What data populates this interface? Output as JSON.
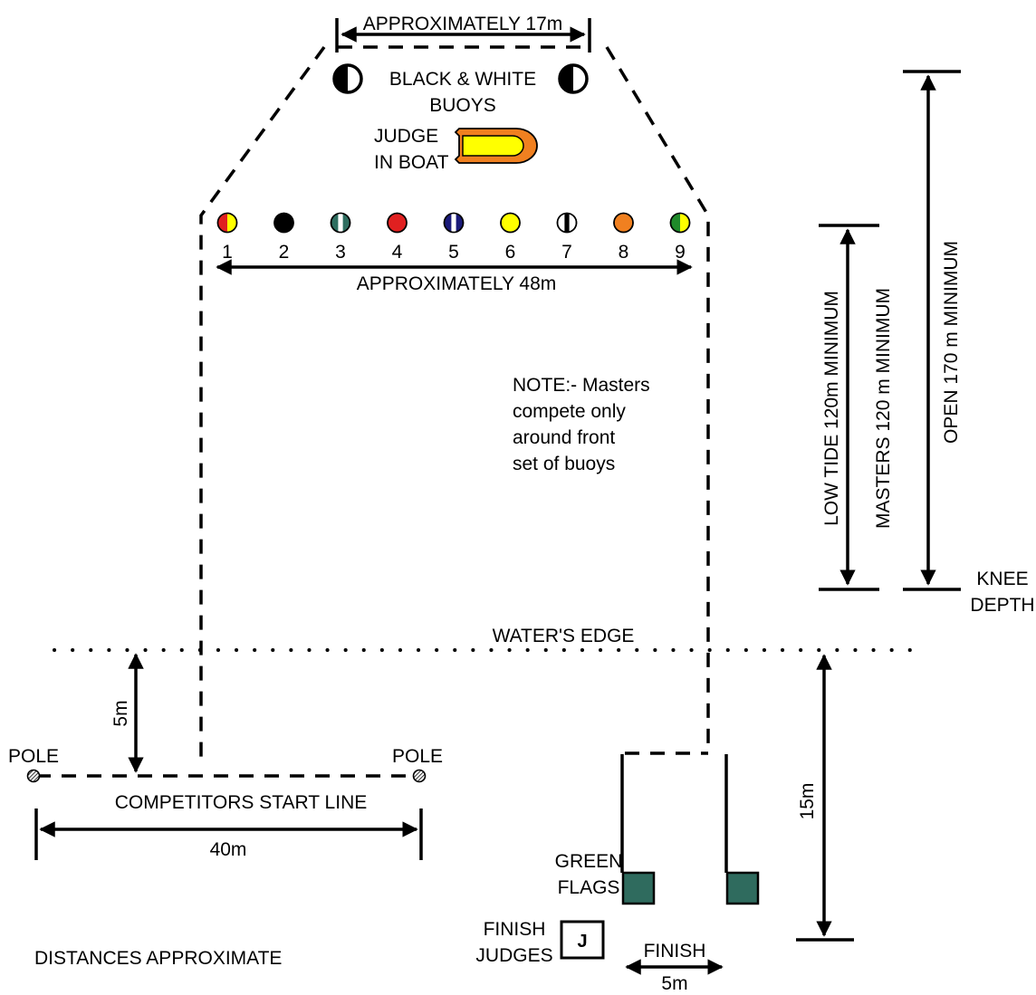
{
  "top_width": "APPROXIMATELY 17m",
  "turn_buoys": {
    "line1": "BLACK & WHITE",
    "line2": "BUOYS"
  },
  "judge_boat": {
    "line1": "JUDGE",
    "line2": "IN BOAT"
  },
  "buoys": [
    {
      "number": "1",
      "colors": [
        "#e02020",
        "#ffff00"
      ],
      "pattern": "split"
    },
    {
      "number": "2",
      "colors": [
        "#000000"
      ],
      "pattern": "solid"
    },
    {
      "number": "3",
      "colors": [
        "#2e6e60",
        "#ffffff"
      ],
      "pattern": "stripe"
    },
    {
      "number": "4",
      "colors": [
        "#e02020"
      ],
      "pattern": "solid"
    },
    {
      "number": "5",
      "colors": [
        "#1a1a7a",
        "#ffffff"
      ],
      "pattern": "stripe"
    },
    {
      "number": "6",
      "colors": [
        "#ffff00"
      ],
      "pattern": "solid"
    },
    {
      "number": "7",
      "colors": [
        "#ffffff",
        "#000000"
      ],
      "pattern": "stripe"
    },
    {
      "number": "8",
      "colors": [
        "#f08020"
      ],
      "pattern": "solid"
    },
    {
      "number": "9",
      "colors": [
        "#1f8a2a",
        "#ffff00"
      ],
      "pattern": "split"
    }
  ],
  "buoy_row_width": "APPROXIMATELY 48m",
  "note": [
    "NOTE:- Masters",
    "compete only",
    "around front",
    "set of buoys"
  ],
  "low_tide": "LOW TIDE 120m MINIMUM",
  "masters": "MASTERS 120 m MINIMUM",
  "open": "OPEN 170 m MINIMUM",
  "knee_depth": {
    "line1": "KNEE",
    "line2": "DEPTH"
  },
  "waters_edge": "WATER'S EDGE",
  "start_offset": "5m",
  "pole_left": "POLE",
  "pole_right": "POLE",
  "start_line": "COMPETITORS START LINE",
  "start_width": "40m",
  "finish_distance": "15m",
  "green_flags": {
    "line1": "GREEN",
    "line2": "FLAGS",
    "color": "#2f6b5e"
  },
  "finish_judges": {
    "line1": "FINISH",
    "line2": "JUDGES",
    "badge": "J"
  },
  "finish": "FINISH",
  "finish_width": "5m",
  "footer": "DISTANCES APPROXIMATE"
}
